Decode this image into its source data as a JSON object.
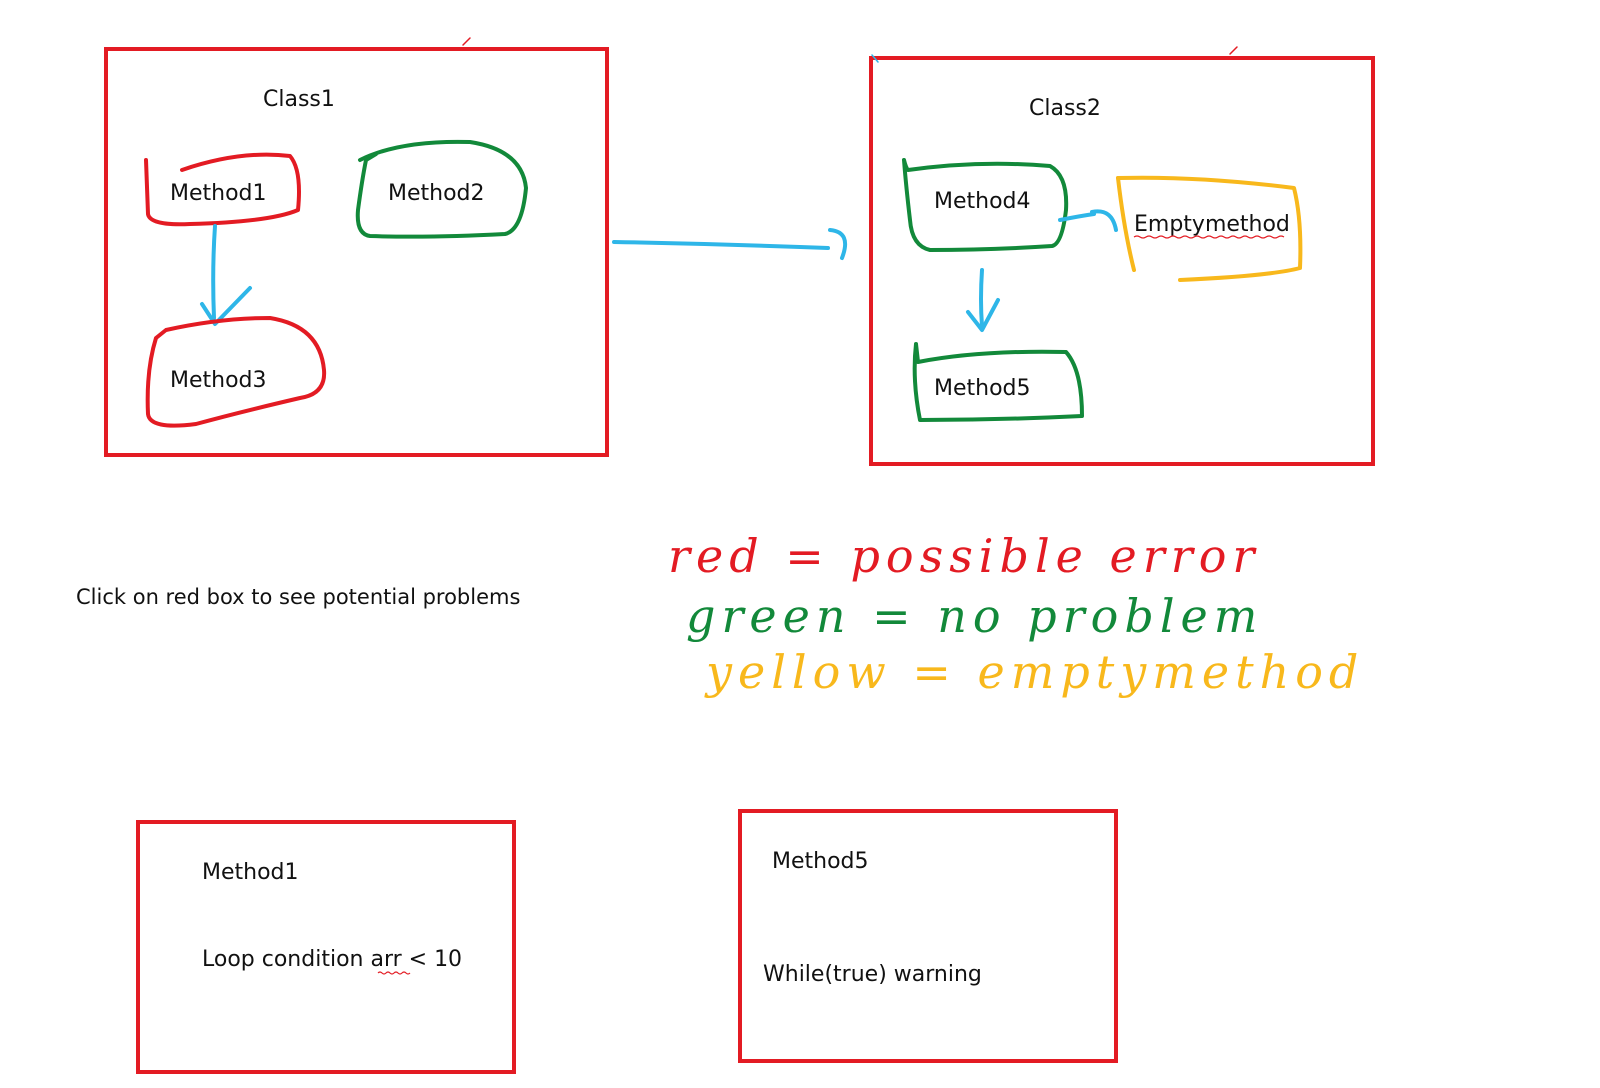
{
  "colors": {
    "red": "#e31b23",
    "green": "#12893a",
    "yellow": "#f8b81c",
    "blue": "#2eb6e8"
  },
  "diagram": {
    "class1": {
      "title": "Class1",
      "methods": [
        "Method1",
        "Method2",
        "Method3"
      ]
    },
    "class2": {
      "title": "Class2",
      "methods": [
        "Method4",
        "Emptymethod",
        "Method5"
      ]
    },
    "instruction": "Click on red box to see potential problems",
    "legend": {
      "red": "red = possible error",
      "green": "green = no problem",
      "yellow": "yellow = emptymethod"
    },
    "problem_boxes": [
      {
        "title": "Method1",
        "message": "Loop condition arr < 10"
      },
      {
        "title": "Method5",
        "message": "While(true) warning"
      }
    ]
  }
}
